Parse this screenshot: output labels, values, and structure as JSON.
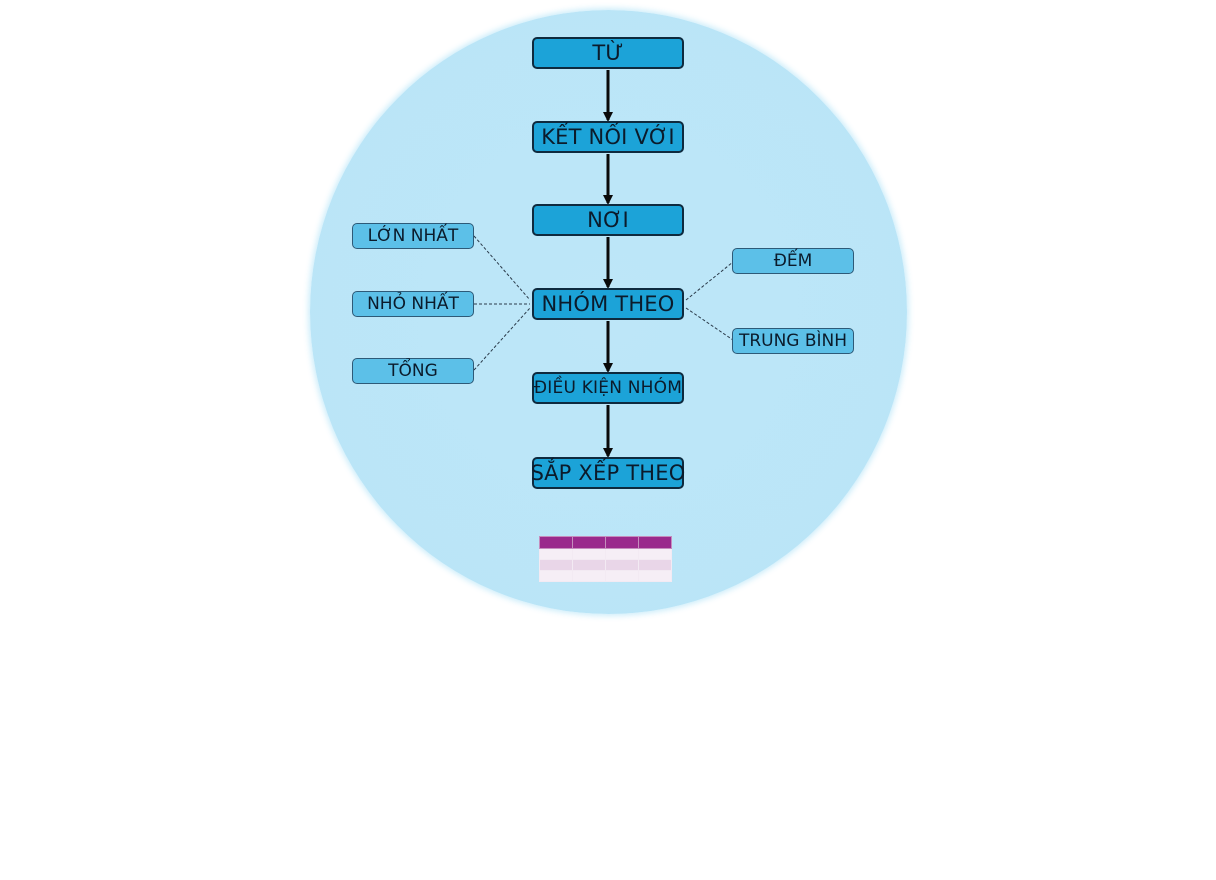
{
  "main_flow": [
    {
      "id": "from",
      "label": "TỪ"
    },
    {
      "id": "join",
      "label": "KẾT NỐI VỚI"
    },
    {
      "id": "where",
      "label": "NƠI"
    },
    {
      "id": "group_by",
      "label": "NHÓM THEO"
    },
    {
      "id": "having",
      "label": "ĐIỀU KIỆN NHÓM"
    },
    {
      "id": "order_by",
      "label": "SẮP XẾP THEO"
    }
  ],
  "aggregates_left": [
    {
      "id": "max",
      "label": "LỚN NHẤT"
    },
    {
      "id": "min",
      "label": "NHỎ NHẤT"
    },
    {
      "id": "sum",
      "label": "TỔNG"
    }
  ],
  "aggregates_right": [
    {
      "id": "count",
      "label": "ĐẾM"
    },
    {
      "id": "avg",
      "label": "TRUNG BÌNH"
    }
  ],
  "result_table": {
    "columns": 4,
    "rows": 4
  },
  "colors": {
    "background_circle": "#bae5f7",
    "main_node": "#1ca3d8",
    "side_node": "#5cc0e8",
    "table_header": "#9a2a8c",
    "table_row": "#e9d6e8"
  }
}
